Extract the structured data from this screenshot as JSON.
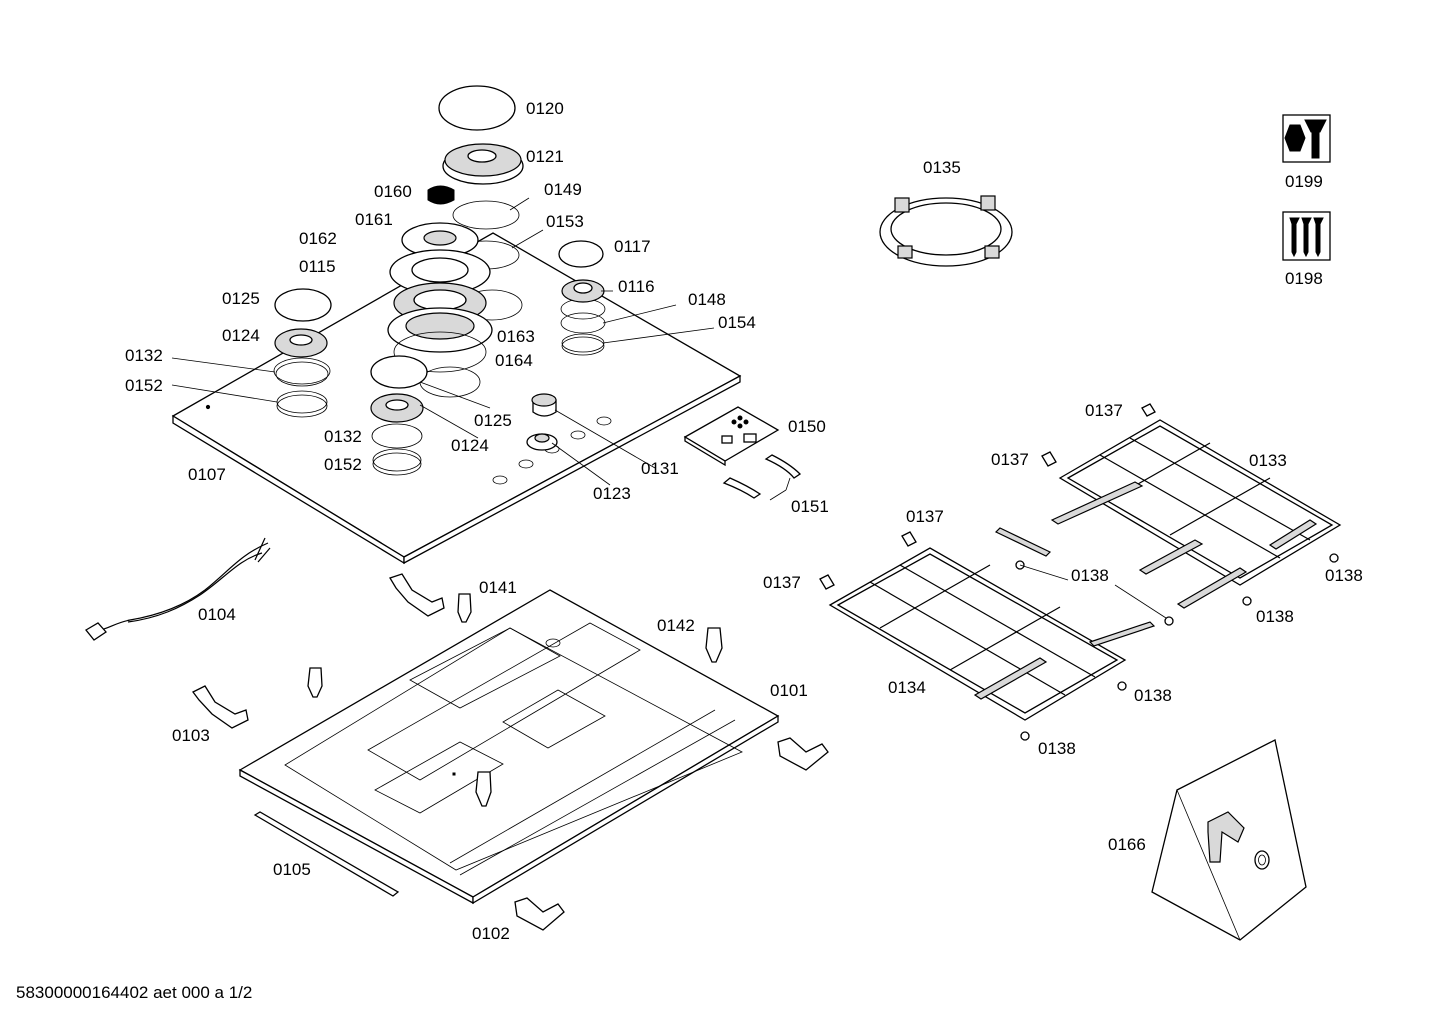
{
  "footer": {
    "document_id": "58300000164402 aet 000 a 1/2"
  },
  "parts": [
    {
      "id": "p0120",
      "label": "0120"
    },
    {
      "id": "p0121",
      "label": "0121"
    },
    {
      "id": "p0160",
      "label": "0160"
    },
    {
      "id": "p0149",
      "label": "0149"
    },
    {
      "id": "p0161",
      "label": "0161"
    },
    {
      "id": "p0153",
      "label": "0153"
    },
    {
      "id": "p0162",
      "label": "0162"
    },
    {
      "id": "p0117",
      "label": "0117"
    },
    {
      "id": "p0115",
      "label": "0115"
    },
    {
      "id": "p0116",
      "label": "0116"
    },
    {
      "id": "p0125a",
      "label": "0125"
    },
    {
      "id": "p0148",
      "label": "0148"
    },
    {
      "id": "p0154",
      "label": "0154"
    },
    {
      "id": "p0124a",
      "label": "0124"
    },
    {
      "id": "p0163",
      "label": "0163"
    },
    {
      "id": "p0132a",
      "label": "0132"
    },
    {
      "id": "p0164",
      "label": "0164"
    },
    {
      "id": "p0152a",
      "label": "0152"
    },
    {
      "id": "p0125b",
      "label": "0125"
    },
    {
      "id": "p0132b",
      "label": "0132"
    },
    {
      "id": "p0124b",
      "label": "0124"
    },
    {
      "id": "p0152b",
      "label": "0152"
    },
    {
      "id": "p0131",
      "label": "0131"
    },
    {
      "id": "p0123",
      "label": "0123"
    },
    {
      "id": "p0107",
      "label": "0107"
    },
    {
      "id": "p0150",
      "label": "0150"
    },
    {
      "id": "p0151",
      "label": "0151"
    },
    {
      "id": "p0104",
      "label": "0104"
    },
    {
      "id": "p0141",
      "label": "0141"
    },
    {
      "id": "p0142",
      "label": "0142"
    },
    {
      "id": "p0101",
      "label": "0101"
    },
    {
      "id": "p0103",
      "label": "0103"
    },
    {
      "id": "p0105",
      "label": "0105"
    },
    {
      "id": "p0102",
      "label": "0102"
    },
    {
      "id": "p0135",
      "label": "0135"
    },
    {
      "id": "p0199",
      "label": "0199"
    },
    {
      "id": "p0198",
      "label": "0198"
    },
    {
      "id": "p0137a",
      "label": "0137"
    },
    {
      "id": "p0137b",
      "label": "0137"
    },
    {
      "id": "p0133",
      "label": "0133"
    },
    {
      "id": "p0137c",
      "label": "0137"
    },
    {
      "id": "p0137d",
      "label": "0137"
    },
    {
      "id": "p0138a",
      "label": "0138"
    },
    {
      "id": "p0138b",
      "label": "0138"
    },
    {
      "id": "p0138c",
      "label": "0138"
    },
    {
      "id": "p0134",
      "label": "0134"
    },
    {
      "id": "p0138d",
      "label": "0138"
    },
    {
      "id": "p0138e",
      "label": "0138"
    },
    {
      "id": "p0166",
      "label": "0166"
    }
  ]
}
